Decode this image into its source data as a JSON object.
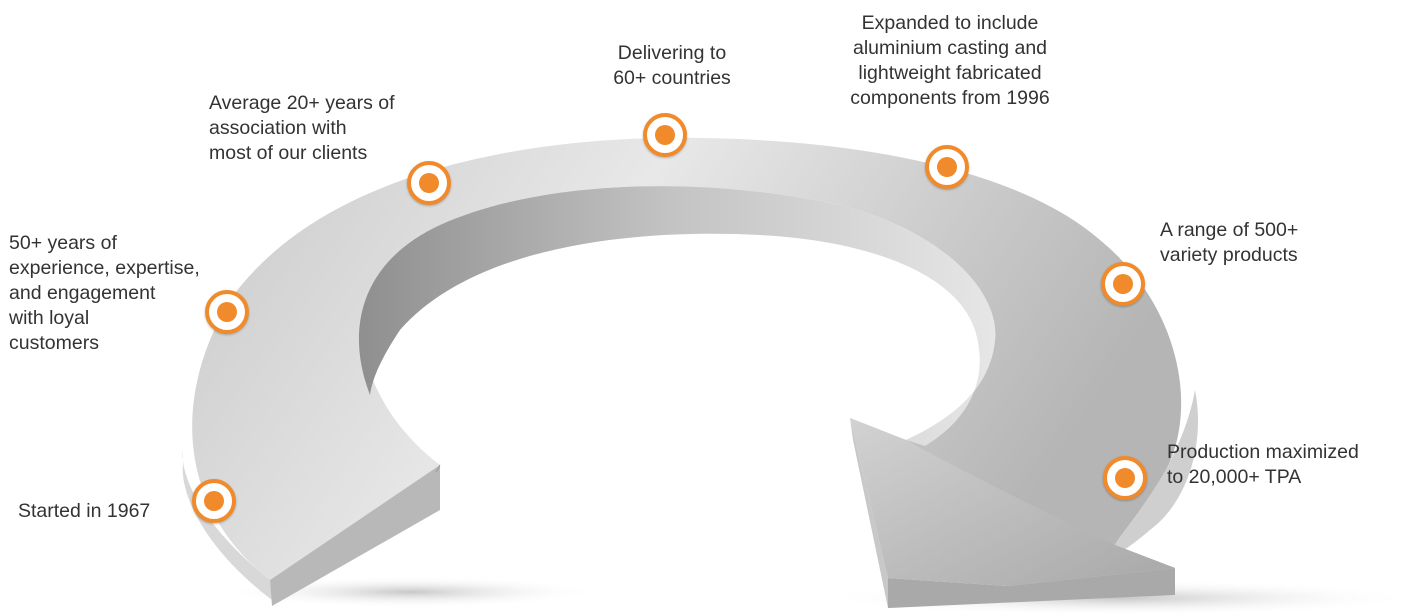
{
  "colors": {
    "accent": "#f08a2a",
    "arrow_top_light": "#e4e4e4",
    "arrow_top_dark": "#a9a9a9",
    "text": "#333333",
    "background": "#ffffff"
  },
  "milestones": [
    {
      "id": "started",
      "text": "Started in 1967"
    },
    {
      "id": "experience",
      "text": "50+ years of\nexperience, expertise,\nand engagement\nwith loyal\ncustomers"
    },
    {
      "id": "association",
      "text": "Average 20+ years of\nassociation with\nmost of our clients"
    },
    {
      "id": "countries",
      "text": "Delivering to\n60+ countries"
    },
    {
      "id": "aluminium",
      "text": "Expanded to include\naluminium casting and\nlightweight fabricated\ncomponents from 1996"
    },
    {
      "id": "products",
      "text": "A range of 500+\nvariety products"
    },
    {
      "id": "production",
      "text": "Production maximized\nto 20,000+ TPA"
    }
  ]
}
